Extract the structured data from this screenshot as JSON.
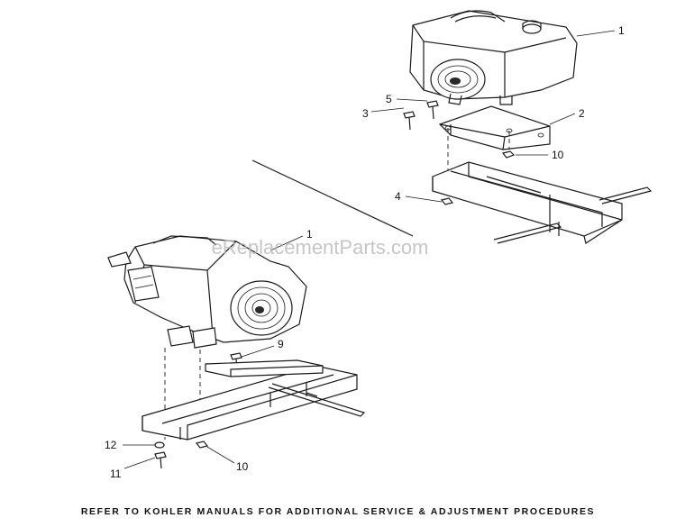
{
  "watermark": "eReplacementParts.com",
  "footer_note": "REFER TO KOHLER MANUALS FOR ADDITIONAL SERVICE & ADJUSTMENT PROCEDURES",
  "callouts": {
    "upper_engine": "1",
    "upper_plate": "2",
    "upper_bolt_left": "3",
    "upper_bolt_mid": "5",
    "upper_nut": "10",
    "upper_lower_nut": "4",
    "lower_engine": "1",
    "lower_bolt": "9",
    "lower_washer": "12",
    "lower_screw": "11",
    "lower_nut": "10"
  }
}
